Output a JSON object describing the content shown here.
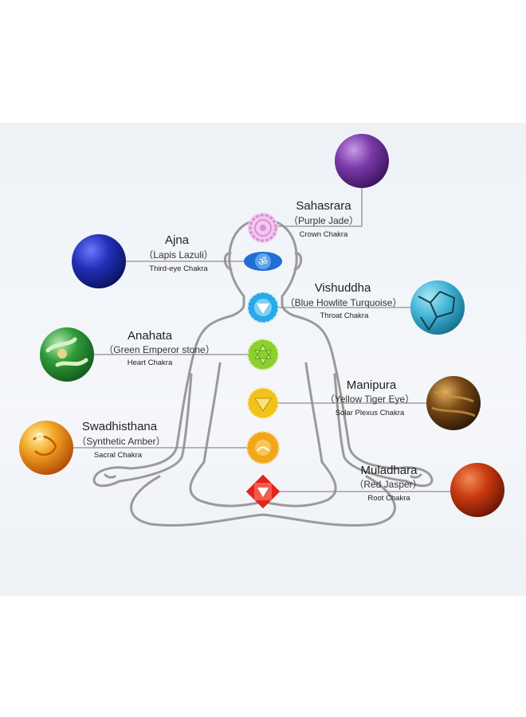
{
  "colors": {
    "line": "#8e8e8e",
    "body_outline": "#9a9a9a",
    "crown": "#d98fd6",
    "third_eye": "#1f6fd4",
    "throat": "#29a9e8",
    "heart": "#8ccf2e",
    "solar": "#f2c21a",
    "sacral": "#f2a71a",
    "root": "#e3241b"
  },
  "chakras": [
    {
      "id": "sahasrara",
      "name": "Sahasrara",
      "stone": "（Purple Jade）",
      "subtitle": "Crown Chakra",
      "stone_color": "#7a3aa8"
    },
    {
      "id": "ajna",
      "name": "Ajna",
      "stone": "（Lapis Lazuli）",
      "subtitle": "Third-eye Chakra",
      "stone_color": "#2231b8"
    },
    {
      "id": "vishuddha",
      "name": "Vishuddha",
      "stone": "（Blue Howlite Turquoise）",
      "subtitle": "Throat Chakra",
      "stone_color": "#3fb3d6"
    },
    {
      "id": "anahata",
      "name": "Anahata",
      "stone": "（Green Emperor stone）",
      "subtitle": "Heart Chakra",
      "stone_color": "#2f9a3a"
    },
    {
      "id": "manipura",
      "name": "Manipura",
      "stone": "（Yellow Tiger Eye）",
      "subtitle": "Solar Plexus Chakra",
      "stone_color": "#7a4a16"
    },
    {
      "id": "swadhisthana",
      "name": "Swadhisthana",
      "stone": "（Synthetic Amber）",
      "subtitle": "Sacral Chakra",
      "stone_color": "#f0a020"
    },
    {
      "id": "muladhara",
      "name": "Muladhara",
      "stone": "（Red Jasper）",
      "subtitle": "Root Chakra",
      "stone_color": "#c93a10"
    }
  ]
}
